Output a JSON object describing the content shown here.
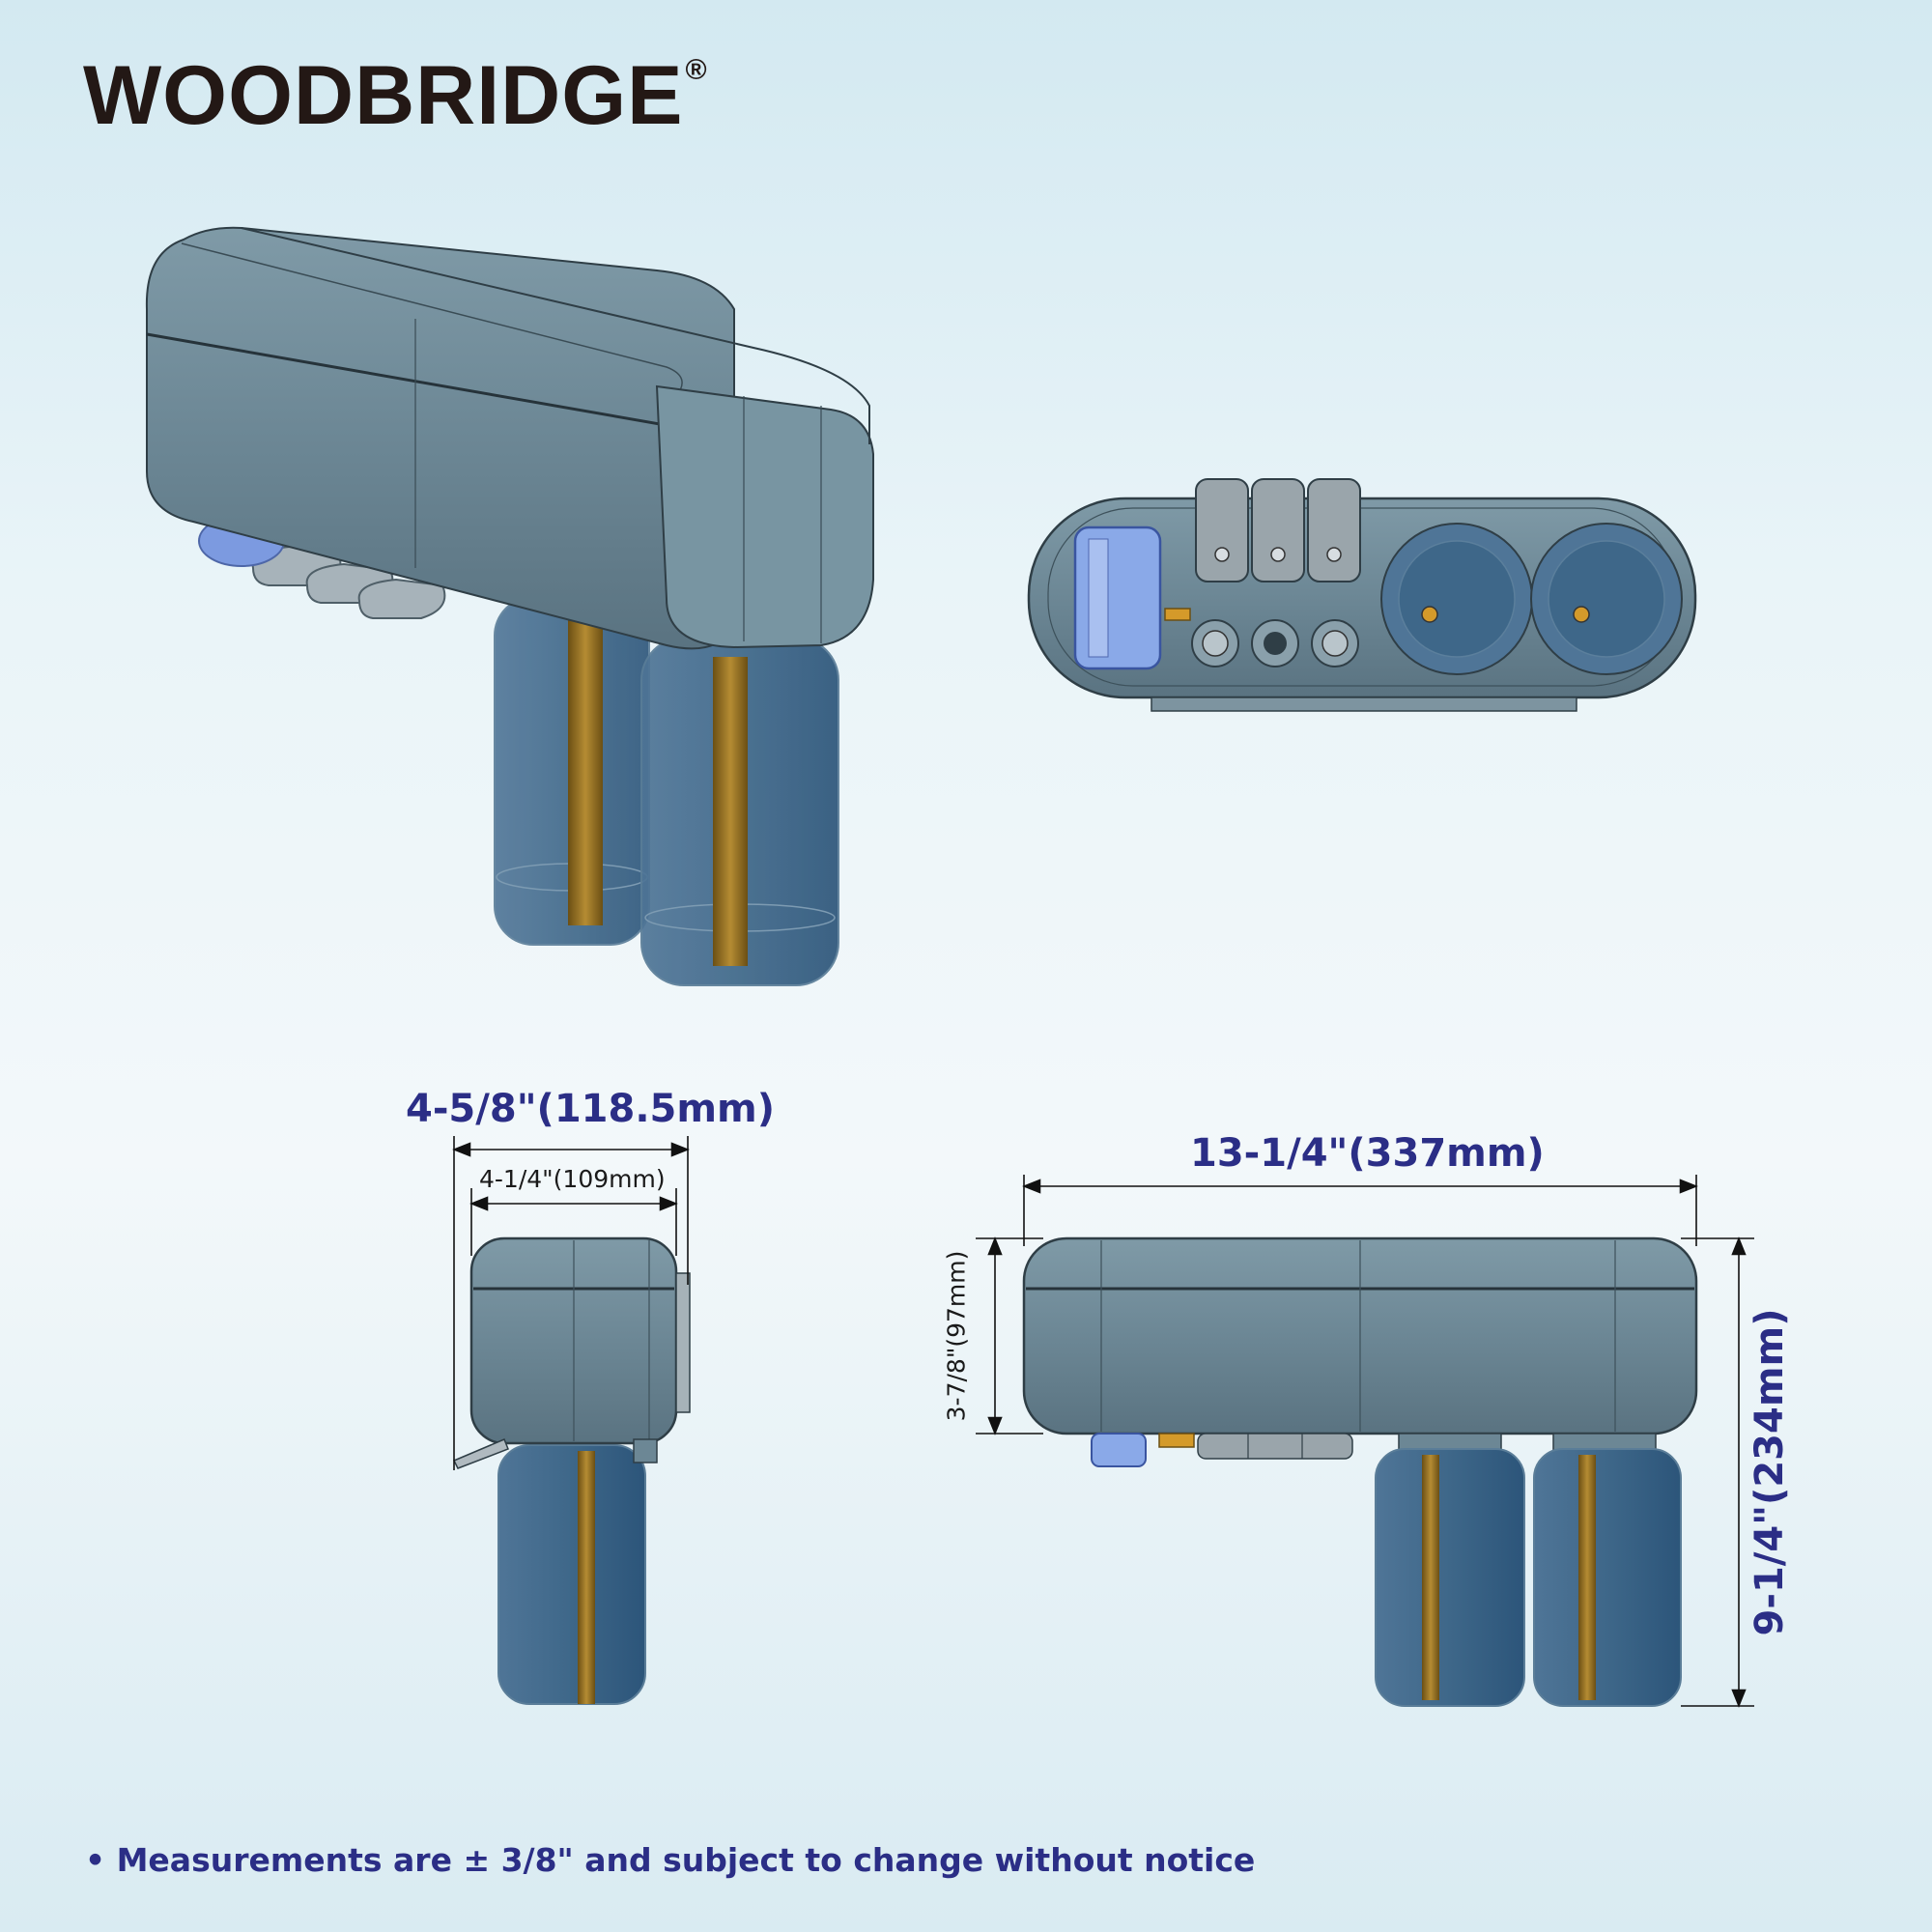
{
  "brand": {
    "name": "WOODBRIDGE",
    "mark": "®"
  },
  "dimensions": {
    "depth_outer": "4-5/8\"(118.5mm)",
    "depth_inner": "4-1/4\"(109mm)",
    "width": "13-1/4\"(337mm)",
    "body_height": "3-7/8\"(97mm)",
    "total_height": "9-1/4\"(234mm)"
  },
  "footnote": "• Measurements are ± 3/8\" and subject to change without notice",
  "colors": {
    "housing": "#6c8795",
    "housing_dark": "#4f6773",
    "tank": "#3a6587",
    "tank_dark": "#234b6e",
    "rod": "#9a7420",
    "dimension_text": "#2b2e86",
    "brand_text": "#231815",
    "cap_blue": "#8aa9e8"
  }
}
